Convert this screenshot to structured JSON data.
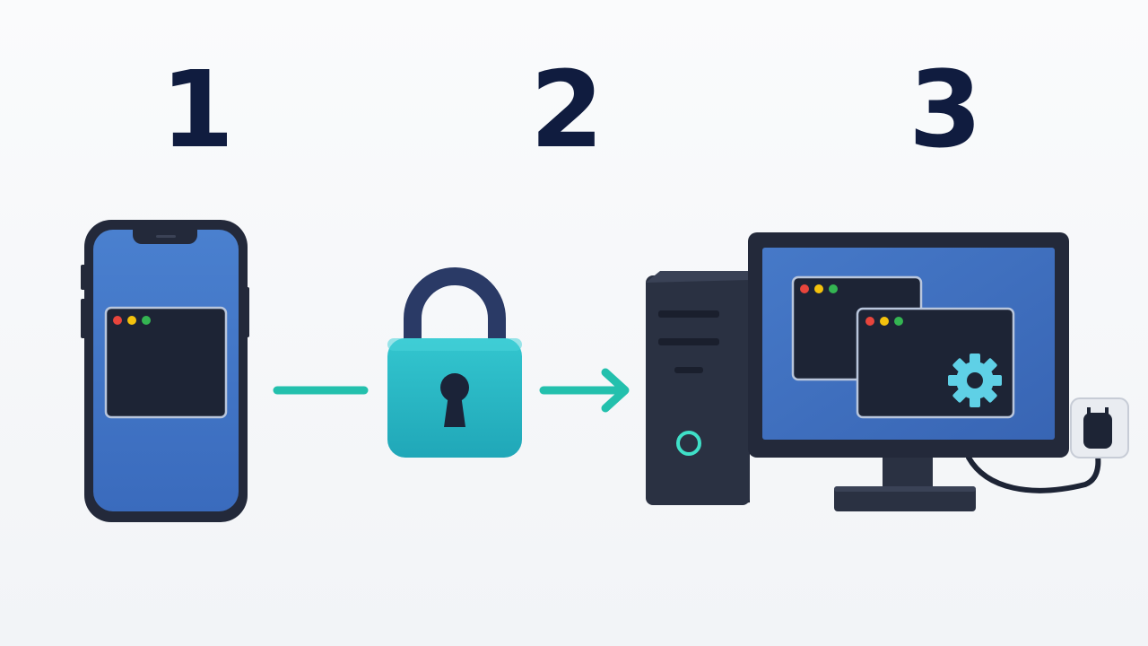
{
  "steps": [
    {
      "number": "1",
      "device": "smartphone"
    },
    {
      "number": "2",
      "device": "padlock"
    },
    {
      "number": "3",
      "device": "desktop-computer"
    }
  ],
  "icons": {
    "step_1": "smartphone-icon",
    "connector_1_2": "line-connector",
    "step_2": "padlock-icon",
    "connector_2_3": "arrow-right-icon",
    "step_3": "desktop-computer-icon",
    "settings": "gear-icon",
    "power": "power-plug-icon"
  },
  "colors": {
    "number": "#101c3f",
    "device_frame": "#23293a",
    "screen_blue": "#3f73c4",
    "window_dark": "#1d2435",
    "teal": "#23c0ad",
    "lock_teal": "#2cb6c4",
    "dot_red": "#e8453c",
    "dot_yellow": "#f4c20d",
    "dot_green": "#34b552",
    "gear": "#5fd0e6"
  }
}
